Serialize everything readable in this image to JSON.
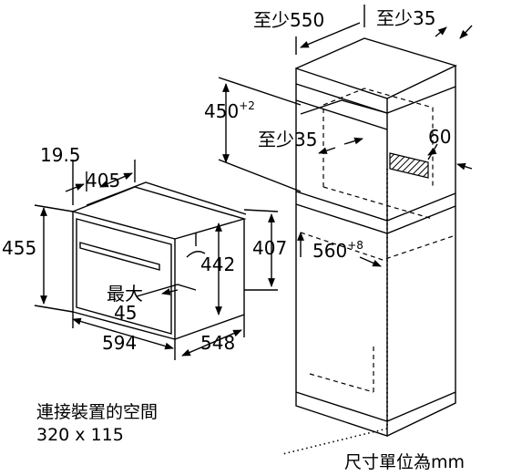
{
  "labels": {
    "cab_depth": "至少550",
    "cab_back_gap": "至少35",
    "niche_height_value": "450",
    "niche_height_tol": "+2",
    "shelf_gap": "至少35",
    "vent_size": "60",
    "niche_width_value": "560",
    "niche_width_tol": "+8",
    "oven_side_19_5": "19.5",
    "oven_depth_405": "405",
    "oven_height_455": "455",
    "oven_inner_442": "442",
    "oven_body_407": "407",
    "max_label": "最大",
    "max_value": "45",
    "oven_width_594": "594",
    "oven_depth_548": "548"
  },
  "connection": {
    "title": "連接裝置的空間",
    "size": "320 x 115"
  },
  "units": "尺寸單位為mm"
}
